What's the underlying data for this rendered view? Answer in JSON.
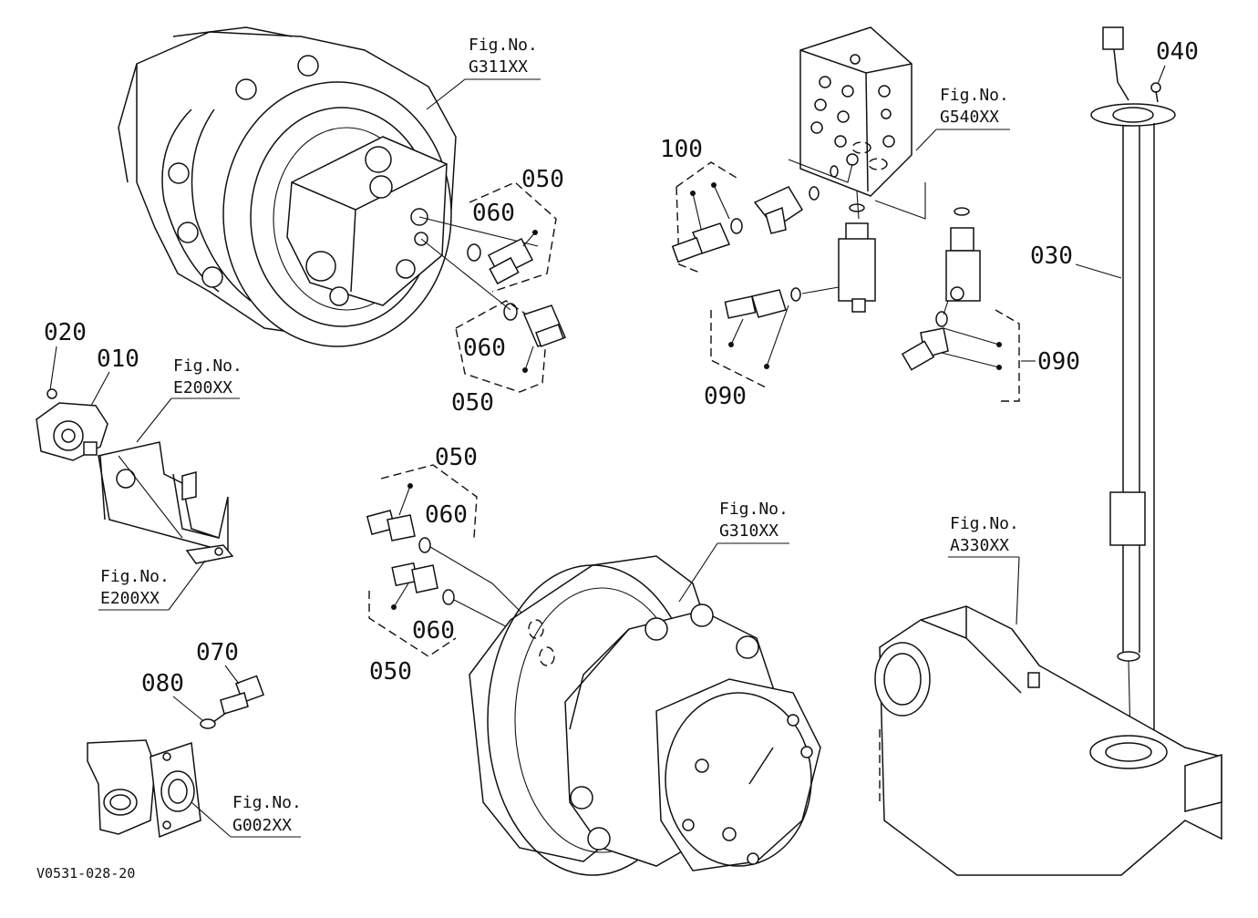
{
  "diagram": {
    "drawing_code": "V0531-028-20",
    "fig_label": "Fig.No.",
    "figure_refs": {
      "g311": "G311XX",
      "g540": "G540XX",
      "e200_top": "E200XX",
      "e200_bottom": "E200XX",
      "g310": "G310XX",
      "a330": "A330XX",
      "g002": "G002XX"
    },
    "part_numbers": {
      "p010": "010",
      "p020": "020",
      "p030": "030",
      "p040": "040",
      "p050": "050",
      "p060": "060",
      "p070": "070",
      "p080": "080",
      "p090": "090",
      "p100": "100"
    }
  }
}
